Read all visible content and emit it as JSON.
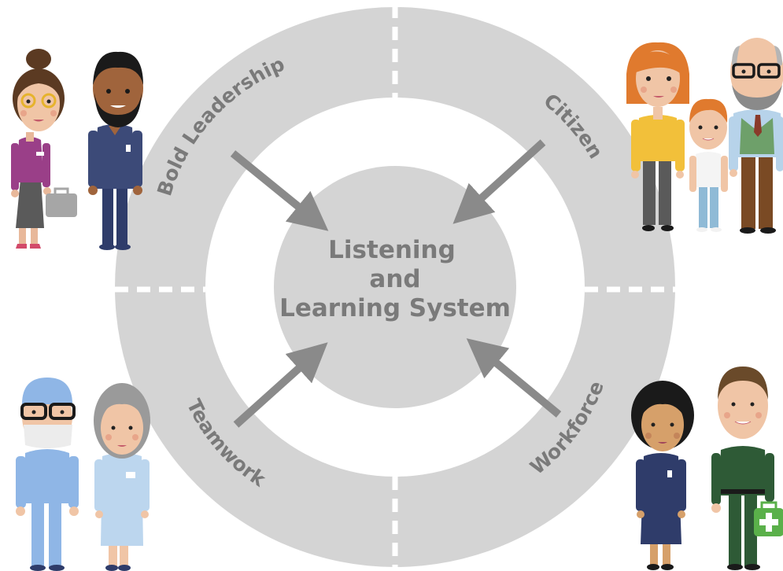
{
  "diagram": {
    "center": {
      "lines": [
        "Listening",
        "and",
        "Learning System"
      ]
    },
    "segments": [
      {
        "label": "Bold Leadership"
      },
      {
        "label": "Citizen"
      },
      {
        "label": "Teamwork"
      },
      {
        "label": "Workforce"
      }
    ],
    "colors": {
      "ring": "#d4d4d4",
      "center": "#d4d4d4",
      "text": "#7a7a7a",
      "arrow": "#8a8a8a"
    }
  },
  "people_groups": [
    {
      "group": "bold-leadership",
      "figures": [
        "manager-woman",
        "male-nurse"
      ]
    },
    {
      "group": "citizen",
      "figures": [
        "mother",
        "child",
        "grandfather"
      ]
    },
    {
      "group": "teamwork",
      "figures": [
        "surgeon",
        "older-nurse"
      ]
    },
    {
      "group": "workforce",
      "figures": [
        "female-nurse",
        "paramedic"
      ]
    }
  ]
}
